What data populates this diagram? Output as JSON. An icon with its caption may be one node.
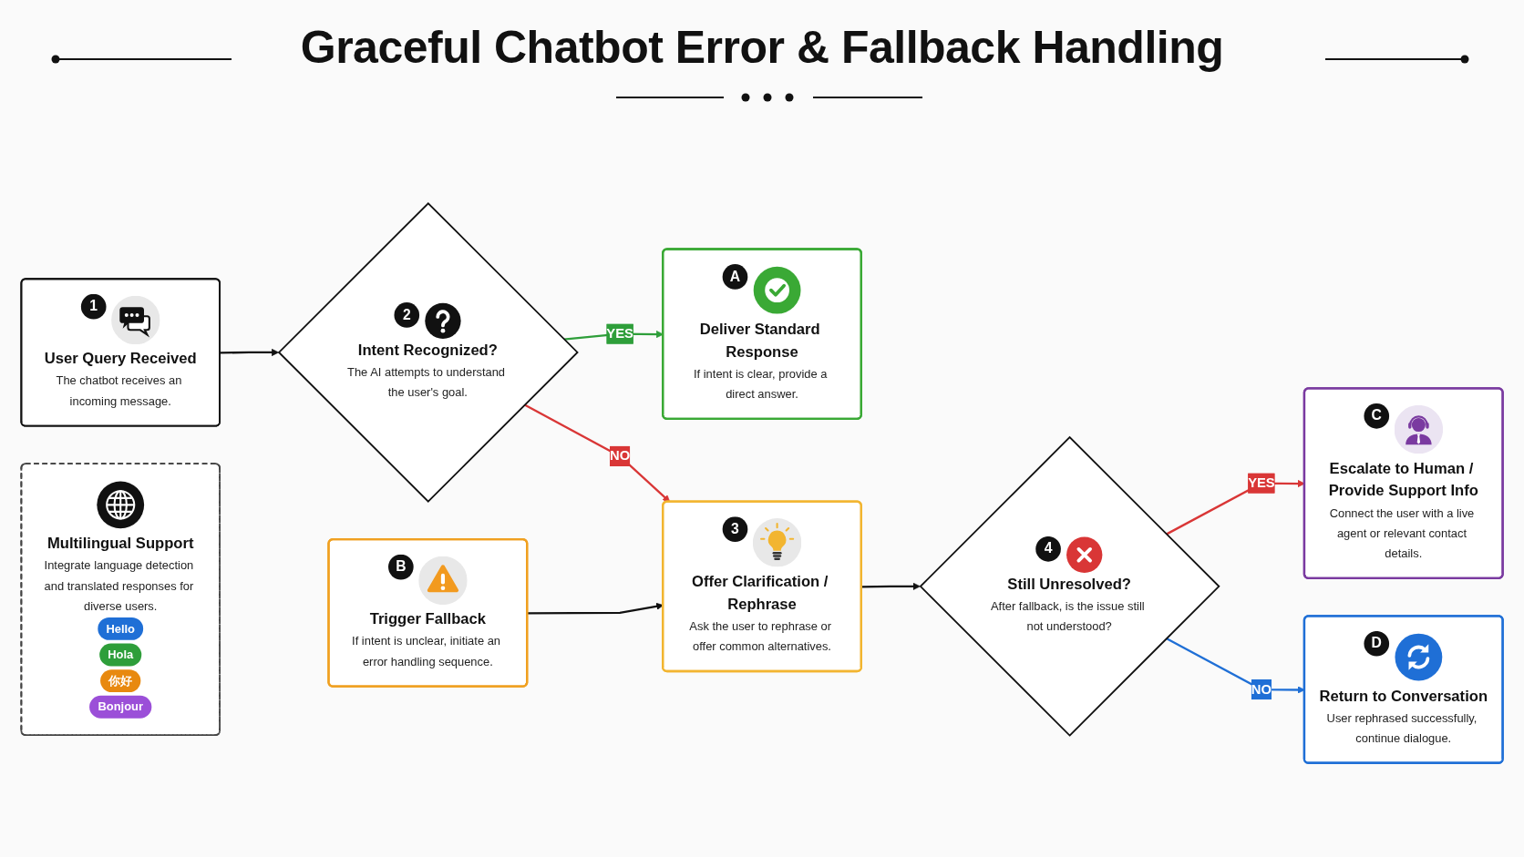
{
  "diagram": {
    "title": "Graceful Chatbot Error & Fallback Handling",
    "nodes": [
      {
        "text": [
          "1",
          "User Query Received",
          "The chatbot receives an incoming message."
        ]
      },
      {
        "text": [
          "2",
          "Intent Recognized?",
          "The AI attempts to understand the user's goal."
        ]
      },
      {
        "text": [
          "A",
          "Deliver Standard Response",
          "If intent is clear, provide a direct answer."
        ]
      },
      {
        "text": [
          "Multilingual Support",
          "Integrate language detection and translated responses for diverse users.",
          "Hello",
          "Hola",
          "你好",
          "Bonjour"
        ]
      },
      {
        "text": [
          "B",
          "Trigger Fallback",
          "If intent is unclear, initiate an error handling sequence."
        ]
      },
      {
        "text": [
          "3",
          "Offer Clarification / Rephrase",
          "Ask the user to rephrase or offer common alternatives."
        ]
      },
      {
        "text": [
          "4",
          "Still Unresolved?",
          "After fallback, is the issue still not understood?"
        ]
      },
      {
        "text": [
          "C",
          "Escalate to Human / Provide Support Info",
          "Connect the user with a live agent or relevant contact details."
        ]
      },
      {
        "text": [
          "D",
          "Return to Conversation",
          "User rephrased successfully, continue dialogue."
        ]
      }
    ],
    "edges": [
      {
        "from": 0,
        "to": 1,
        "arrow": "to"
      },
      {
        "from": 1,
        "to": 2,
        "arrow": "to",
        "label": "YES",
        "color": "#2e9e3a"
      },
      {
        "from": 1,
        "to": 5,
        "arrow": "to",
        "label": "NO",
        "color": "#d93636"
      },
      {
        "from": 4,
        "to": 5,
        "arrow": "to"
      },
      {
        "from": 5,
        "to": 6,
        "arrow": "to"
      },
      {
        "from": 6,
        "to": 7,
        "arrow": "to",
        "label": "YES",
        "color": "#d93636"
      },
      {
        "from": 6,
        "to": 8,
        "arrow": "to",
        "label": "NO",
        "color": "#1f6fd6"
      }
    ]
  }
}
